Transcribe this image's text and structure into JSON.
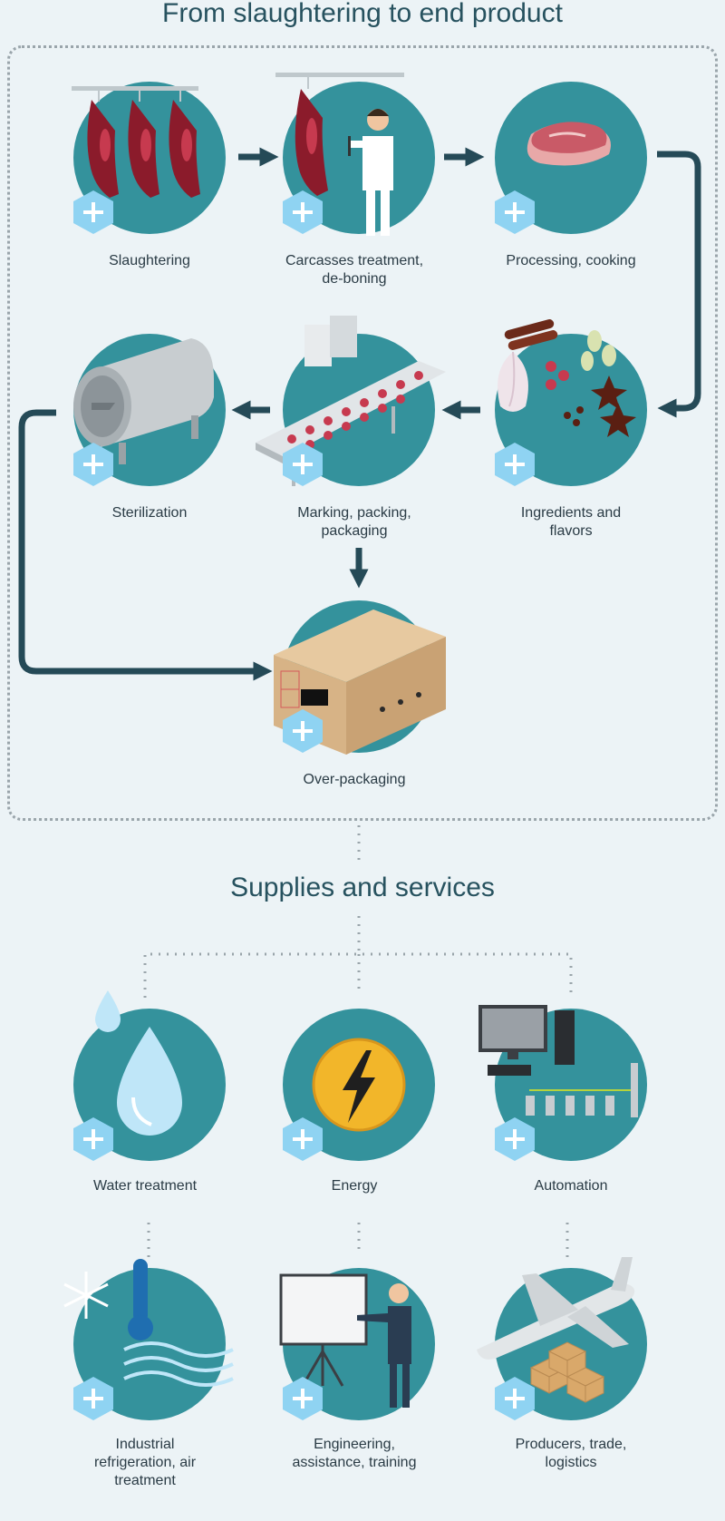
{
  "main": {
    "title": "From slaughtering to end product"
  },
  "supplies": {
    "title": "Supplies and services"
  },
  "steps": [
    {
      "id": "slaughtering",
      "label": "Slaughtering"
    },
    {
      "id": "carcasses",
      "label": "Carcasses treatment,\nde-boning"
    },
    {
      "id": "processing",
      "label": "Processing, cooking"
    },
    {
      "id": "sterilization",
      "label": "Sterilization"
    },
    {
      "id": "marking",
      "label": "Marking, packing,\npackaging"
    },
    {
      "id": "ingredients",
      "label": "Ingredients and\nflavors"
    },
    {
      "id": "overpackaging",
      "label": "Over-packaging"
    }
  ],
  "services": [
    {
      "id": "water",
      "label": "Water treatment"
    },
    {
      "id": "energy",
      "label": "Energy"
    },
    {
      "id": "automation",
      "label": "Automation"
    },
    {
      "id": "refrigeration",
      "label": "Industrial\nrefrigeration, air\ntreatment"
    },
    {
      "id": "engineering",
      "label": "Engineering,\nassistance, training"
    },
    {
      "id": "producers",
      "label": "Producers, trade,\nlogistics"
    }
  ],
  "icons": {
    "plus": "plus-hexagon-icon",
    "colors": {
      "circle": "#34929c",
      "hex": "#8fd3f2",
      "arrow": "#254a57",
      "dots": "#9aa5ab"
    }
  }
}
